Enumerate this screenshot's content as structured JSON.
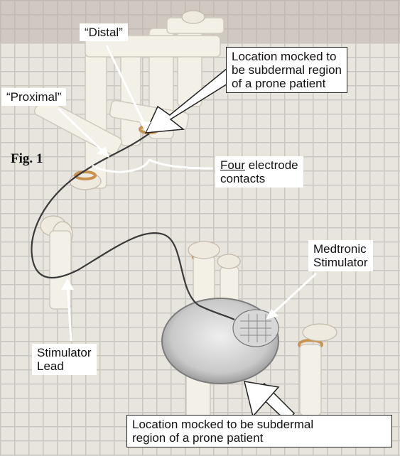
{
  "figure_label": "Fig. 1",
  "labels": {
    "distal": "“Distal”",
    "proximal": "“Proximal”",
    "top_location_line1": "Location mocked to",
    "top_location_line2": "be subdermal region",
    "top_location_line3": "of a prone patient",
    "electrode_emphasis": "Four",
    "electrode_rest": " electrode",
    "electrode_line2": "contacts",
    "medtronic_line1": "Medtronic",
    "medtronic_line2": "Stimulator",
    "lead_line1": "Stimulator",
    "lead_line2": "Lead",
    "bottom_location_line1": "Location mocked to be subdermal",
    "bottom_location_line2": "region of a prone patient"
  },
  "colors": {
    "background": "#e8e5df",
    "grid": "#c9c6c0",
    "plastic": "#f3f0e8",
    "wire": "#3a3a3a",
    "stimulator": "#c9c9c9",
    "arrow": "#ffffff"
  }
}
